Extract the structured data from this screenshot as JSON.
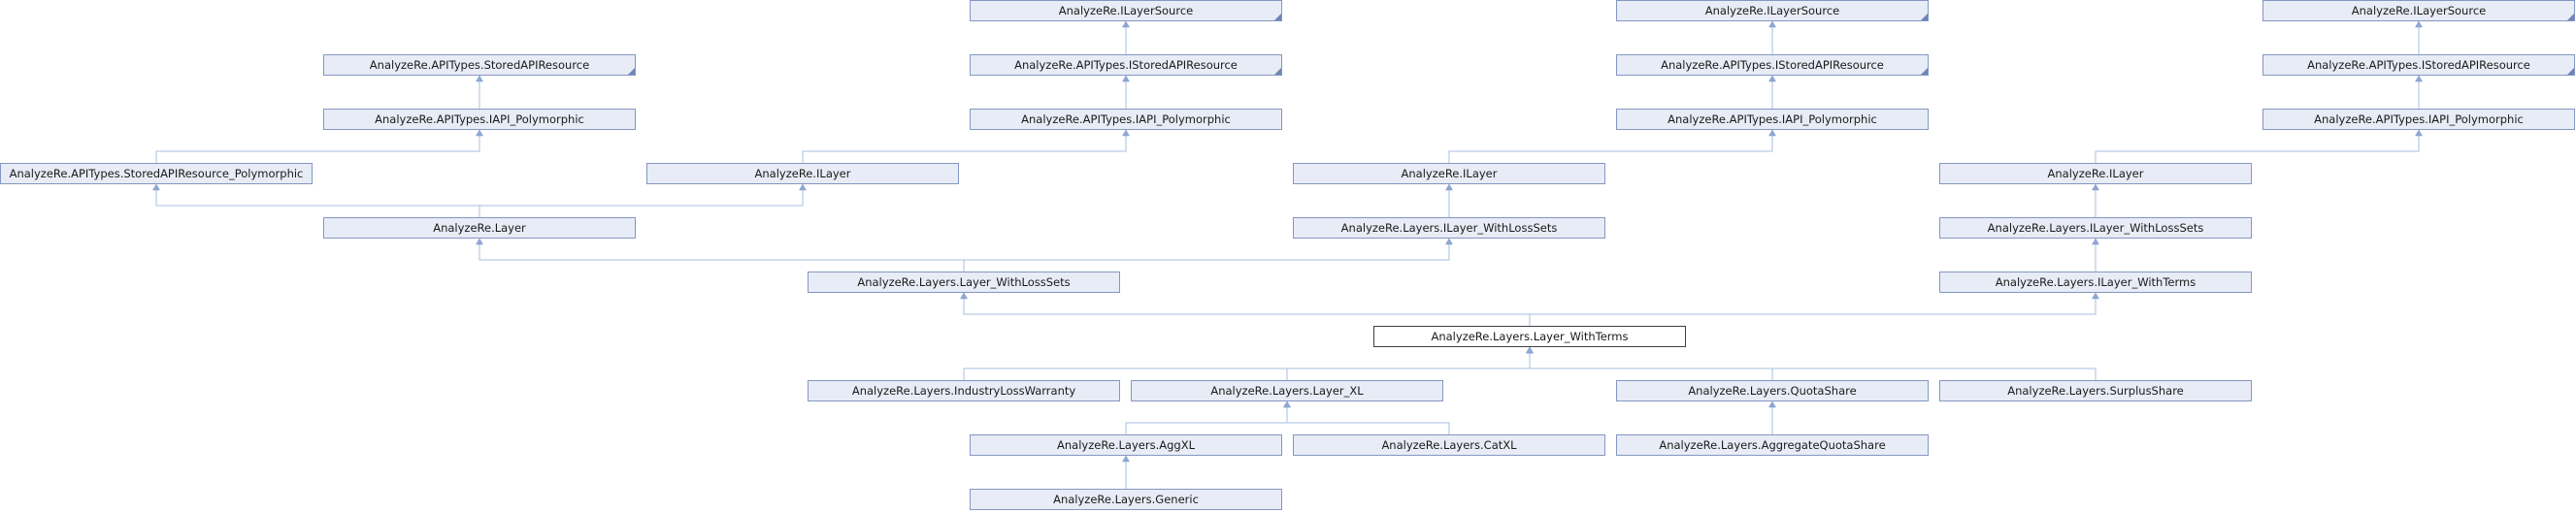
{
  "nodes": {
    "n_source1": "AnalyzeRe.ILayerSource",
    "n_source2": "AnalyzeRe.ILayerSource",
    "n_source3": "AnalyzeRe.ILayerSource",
    "n_isar1": "AnalyzeRe.APITypes.IStoredAPIResource",
    "n_isar2": "AnalyzeRe.APITypes.IStoredAPIResource",
    "n_isar3": "AnalyzeRe.APITypes.IStoredAPIResource",
    "n_sar": "AnalyzeRe.APITypes.StoredAPIResource",
    "n_ipoly1": "AnalyzeRe.APITypes.IAPI_Polymorphic",
    "n_ipoly2": "AnalyzeRe.APITypes.IAPI_Polymorphic",
    "n_ipoly3": "AnalyzeRe.APITypes.IAPI_Polymorphic",
    "n_ipoly4": "AnalyzeRe.APITypes.IAPI_Polymorphic",
    "n_sarpoly": "AnalyzeRe.APITypes.StoredAPIResource_Polymorphic",
    "n_ilayer1": "AnalyzeRe.ILayer",
    "n_ilayer2": "AnalyzeRe.ILayer",
    "n_ilayer3": "AnalyzeRe.ILayer",
    "n_layer": "AnalyzeRe.Layer",
    "n_ilwls1": "AnalyzeRe.Layers.ILayer_WithLossSets",
    "n_ilwls2": "AnalyzeRe.Layers.ILayer_WithLossSets",
    "n_lwls": "AnalyzeRe.Layers.Layer_WithLossSets",
    "n_ilwt": "AnalyzeRe.Layers.ILayer_WithTerms",
    "n_lwt": "AnalyzeRe.Layers.Layer_WithTerms",
    "n_ilw": "AnalyzeRe.Layers.IndustryLossWarranty",
    "n_xl": "AnalyzeRe.Layers.Layer_XL",
    "n_qs": "AnalyzeRe.Layers.QuotaShare",
    "n_ss": "AnalyzeRe.Layers.SurplusShare",
    "n_aggxl": "AnalyzeRe.Layers.AggXL",
    "n_catxl": "AnalyzeRe.Layers.CatXL",
    "n_aqs": "AnalyzeRe.Layers.AggregateQuotaShare",
    "n_generic": "AnalyzeRe.Layers.Generic"
  },
  "edges": [
    [
      "n_sar",
      "n_sarpoly"
    ],
    [
      "n_ipoly1",
      "n_sarpoly"
    ],
    [
      "n_sarpoly",
      "n_layer"
    ],
    [
      "n_source1",
      "n_ilayer1"
    ],
    [
      "n_isar1",
      "n_ilayer1"
    ],
    [
      "n_ipoly2",
      "n_ilayer1"
    ],
    [
      "n_ilayer1",
      "n_layer"
    ],
    [
      "n_source2",
      "n_ilayer2"
    ],
    [
      "n_isar2",
      "n_ilayer2"
    ],
    [
      "n_ipoly3",
      "n_ilayer2"
    ],
    [
      "n_ilayer2",
      "n_ilwls1"
    ],
    [
      "n_source3",
      "n_ilayer3"
    ],
    [
      "n_isar3",
      "n_ilayer3"
    ],
    [
      "n_ipoly4",
      "n_ilayer3"
    ],
    [
      "n_ilayer3",
      "n_ilwls2"
    ],
    [
      "n_ilwls2",
      "n_ilwt"
    ],
    [
      "n_layer",
      "n_lwls"
    ],
    [
      "n_ilwls1",
      "n_lwls"
    ],
    [
      "n_lwls",
      "n_lwt"
    ],
    [
      "n_ilwt",
      "n_lwt"
    ],
    [
      "n_lwt",
      "n_ilw"
    ],
    [
      "n_lwt",
      "n_xl"
    ],
    [
      "n_lwt",
      "n_qs"
    ],
    [
      "n_lwt",
      "n_ss"
    ],
    [
      "n_xl",
      "n_aggxl"
    ],
    [
      "n_xl",
      "n_catxl"
    ],
    [
      "n_qs",
      "n_aqs"
    ],
    [
      "n_aggxl",
      "n_generic"
    ]
  ]
}
